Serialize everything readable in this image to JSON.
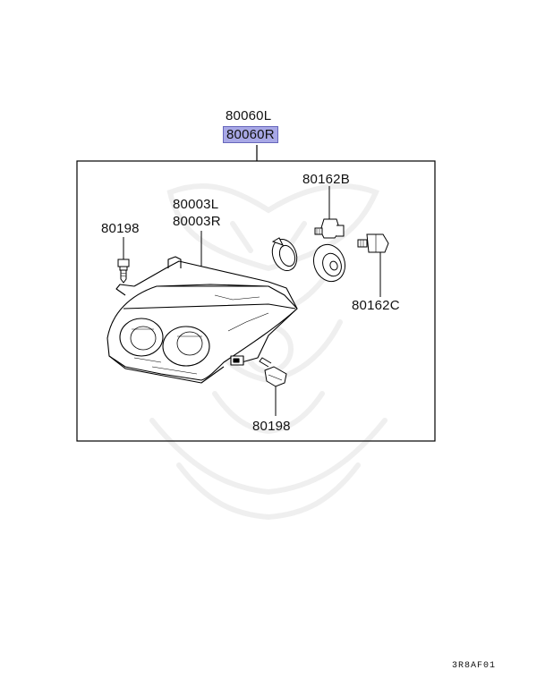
{
  "labels": {
    "assy_left": "80060L",
    "assy_right": "80060R",
    "bulb_socket_b": "80162B",
    "lens_left": "80003L",
    "lens_right": "80003R",
    "screw_top": "80198",
    "bulb_socket_c": "80162C",
    "screw_bottom": "80198"
  },
  "highlight_color": "#a8a8e6",
  "figure_code": "3R8AF01"
}
